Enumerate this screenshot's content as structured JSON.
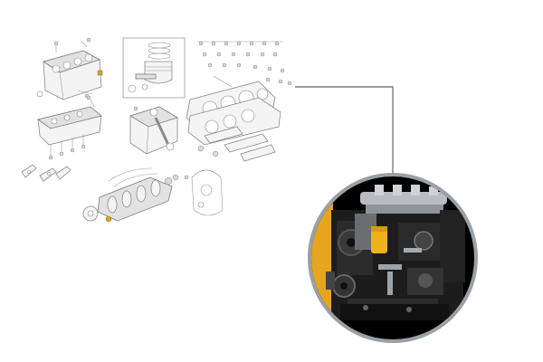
{
  "colors": {
    "background": "#ffffff",
    "diagram_stroke": "#8a8a8a",
    "leader_line": "#7a7a7a",
    "photo_ring": "#9aa0a6",
    "engine_yellow": "#e5a51e",
    "photo_background": "#000000"
  },
  "diagram": {
    "groups": [
      "cylinder-block",
      "piston-kit",
      "cylinder-head",
      "gasket-set",
      "crankshaft-assembly",
      "connecting-rod",
      "timing-cover"
    ]
  },
  "callout": {
    "kind": "photo-zoom",
    "shape": "circle"
  }
}
